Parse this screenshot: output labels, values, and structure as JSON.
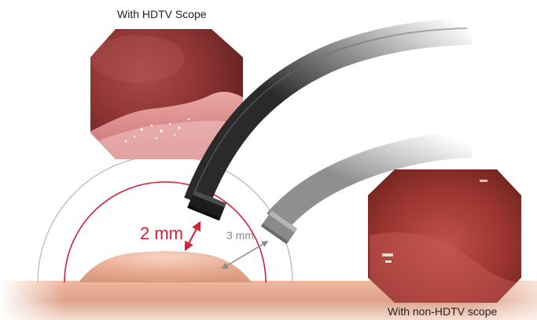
{
  "captions": {
    "hdtv": "With HDTV Scope",
    "non_hdtv": "With non-HDTV scope"
  },
  "distances": {
    "hdtv": "2 mm",
    "non_hdtv": "3 mm"
  },
  "colors": {
    "hdtv_accent": "#d81e34",
    "non_hdtv_accent": "#8a8a8a",
    "tissue": "#e6a68c",
    "scope_dark": "#2b2b2b",
    "scope_light": "#8f8f8f"
  }
}
